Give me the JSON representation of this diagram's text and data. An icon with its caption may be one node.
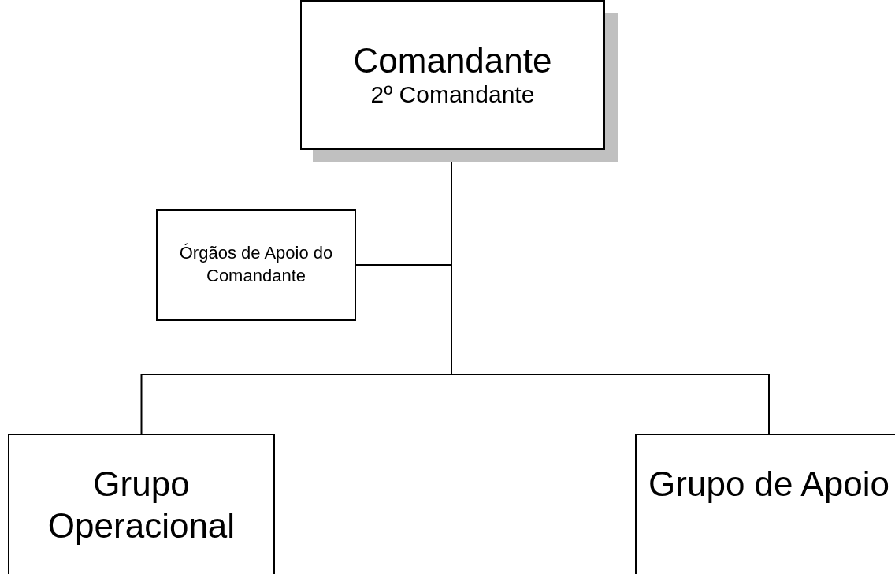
{
  "diagram": {
    "nodes": [
      {
        "text": [
          "Comandante",
          "2º Comandante"
        ]
      },
      {
        "text": [
          "Órgãos de Apoio do Comandante"
        ]
      },
      {
        "text": [
          "Grupo Operacional"
        ]
      },
      {
        "text": [
          "Grupo de Apoio"
        ]
      }
    ],
    "edges": [
      {
        "from": 0,
        "to": 1,
        "arrow": "none"
      },
      {
        "from": 0,
        "to": 2,
        "arrow": "none"
      },
      {
        "from": 0,
        "to": 3,
        "arrow": "none"
      }
    ]
  }
}
